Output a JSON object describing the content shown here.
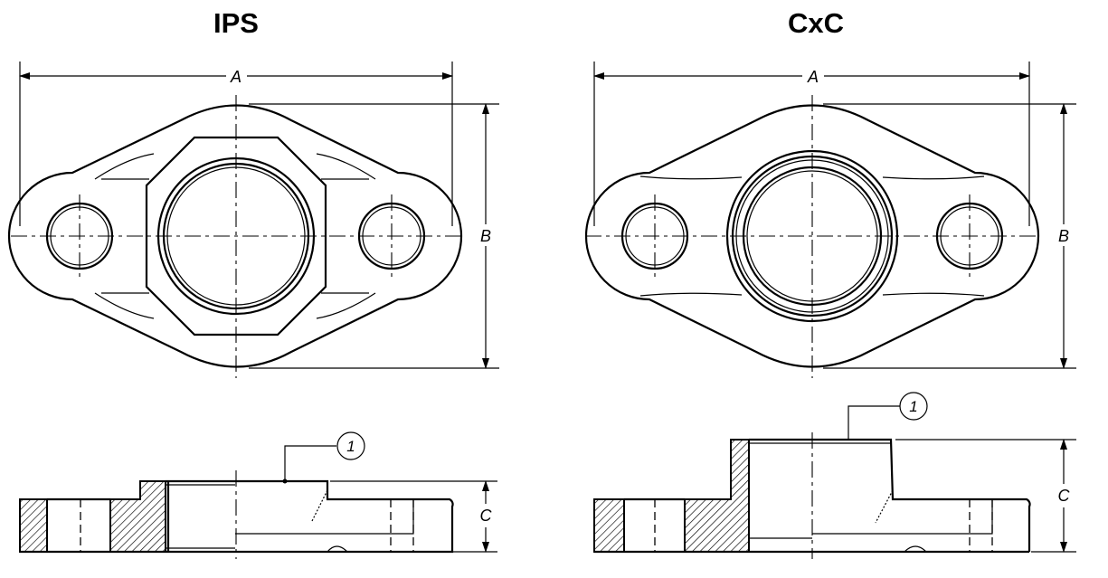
{
  "views": {
    "ips": {
      "title": "IPS",
      "dim_a": "A",
      "dim_b": "B",
      "dim_c": "C",
      "callout": "1"
    },
    "cxc": {
      "title": "CxC",
      "dim_a": "A",
      "dim_b": "B",
      "dim_c": "C",
      "callout": "1"
    }
  },
  "colors": {
    "line": "#000000",
    "background": "#ffffff"
  }
}
